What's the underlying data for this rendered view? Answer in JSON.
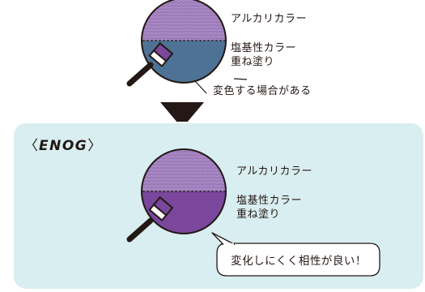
{
  "top": {
    "label_alkali": "アルカリカラー",
    "label_basic": "塩基性カラー",
    "label_overlay": "重ね塗り",
    "note": "変色する場合がある",
    "colors": {
      "alkali": "#a080bb",
      "basic": "#4e7295"
    }
  },
  "bottom": {
    "brand_open": "〈",
    "brand_name": "ENOG",
    "brand_close": "〉",
    "label_alkali": "アルカリカラー",
    "label_basic": "塩基性カラー",
    "label_overlay": "重ね塗り",
    "bubble_text": "変化しにくく相性が良い！",
    "colors": {
      "alkali": "#a080bb",
      "basic": "#7a479c",
      "panel": "#d9eef0"
    }
  },
  "icons": [
    "paintbrush-icon",
    "down-arrow-icon",
    "speech-bubble"
  ]
}
